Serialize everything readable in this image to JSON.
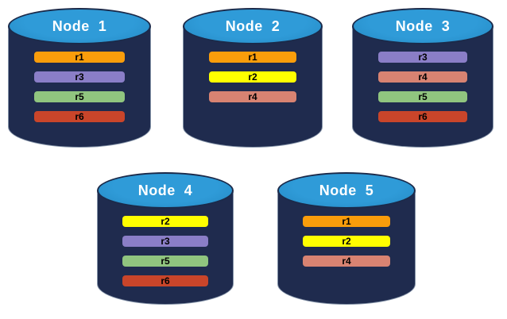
{
  "diagram": {
    "background": "#FFFFFF",
    "colors": {
      "cylinder_body": "#1F2B4E",
      "cylinder_top": "#2F9BD8",
      "cylinder_top_edge": "#2489C4",
      "cylinder_rim": "#1B2A4A",
      "cylinder_outline": "#8493A8",
      "node_label_text": "#FFFFFF",
      "replica_label_text": "#000000"
    },
    "replica_colors": {
      "r1": "#F99D0B",
      "r2": "#FFFF00",
      "r3": "#8A7EC7",
      "r4": "#D88372",
      "r5": "#90C57F",
      "r6": "#C9452A"
    },
    "nodes": [
      {
        "label": "Node  1",
        "replicas": [
          "r1",
          "r3",
          "r5",
          "r6"
        ]
      },
      {
        "label": "Node  2",
        "replicas": [
          "r1",
          "r2",
          "r4"
        ]
      },
      {
        "label": "Node  3",
        "replicas": [
          "r3",
          "r4",
          "r5",
          "r6"
        ]
      },
      {
        "label": "Node  4",
        "replicas": [
          "r2",
          "r3",
          "r5",
          "r6"
        ]
      },
      {
        "label": "Node  5",
        "replicas": [
          "r1",
          "r2",
          "r4"
        ]
      }
    ]
  }
}
